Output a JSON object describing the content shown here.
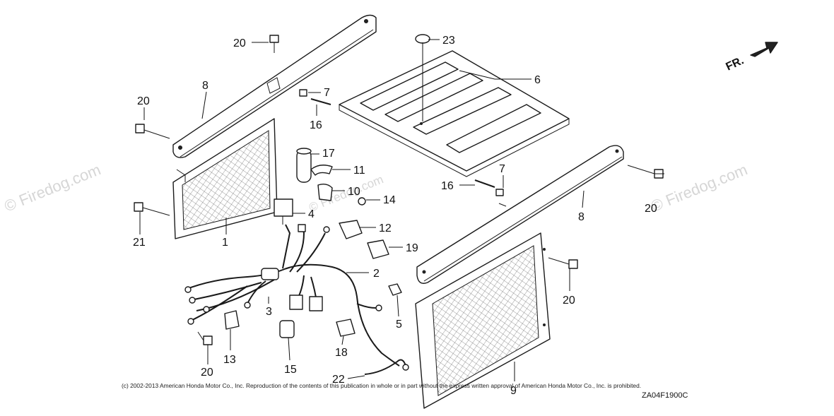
{
  "watermark": "© Firedog.com",
  "copyright": "(c) 2002-2013 American Honda Motor Co., Inc. Reproduction of the contents of this publication in whole or in part without the express written approval of American Honda Motor Co., Inc. is prohibited.",
  "diagram_code": "ZA04F1900C",
  "front_indicator": "FR.",
  "callouts": {
    "c20a": "20",
    "c23": "23",
    "c8a": "8",
    "c7a": "7",
    "c6": "6",
    "c20b": "20",
    "c16a": "16",
    "c17": "17",
    "c11": "11",
    "c7b": "7",
    "c16b": "16",
    "c20c": "20",
    "c10": "10",
    "c14": "14",
    "c4": "4",
    "c21": "21",
    "c1": "1",
    "c12": "12",
    "c8b": "8",
    "c19": "19",
    "c2": "2",
    "c3": "3",
    "c5": "5",
    "c20d": "20",
    "c13": "13",
    "c18": "18",
    "c20e": "20",
    "c15": "15",
    "c22": "22",
    "c9": "9"
  }
}
